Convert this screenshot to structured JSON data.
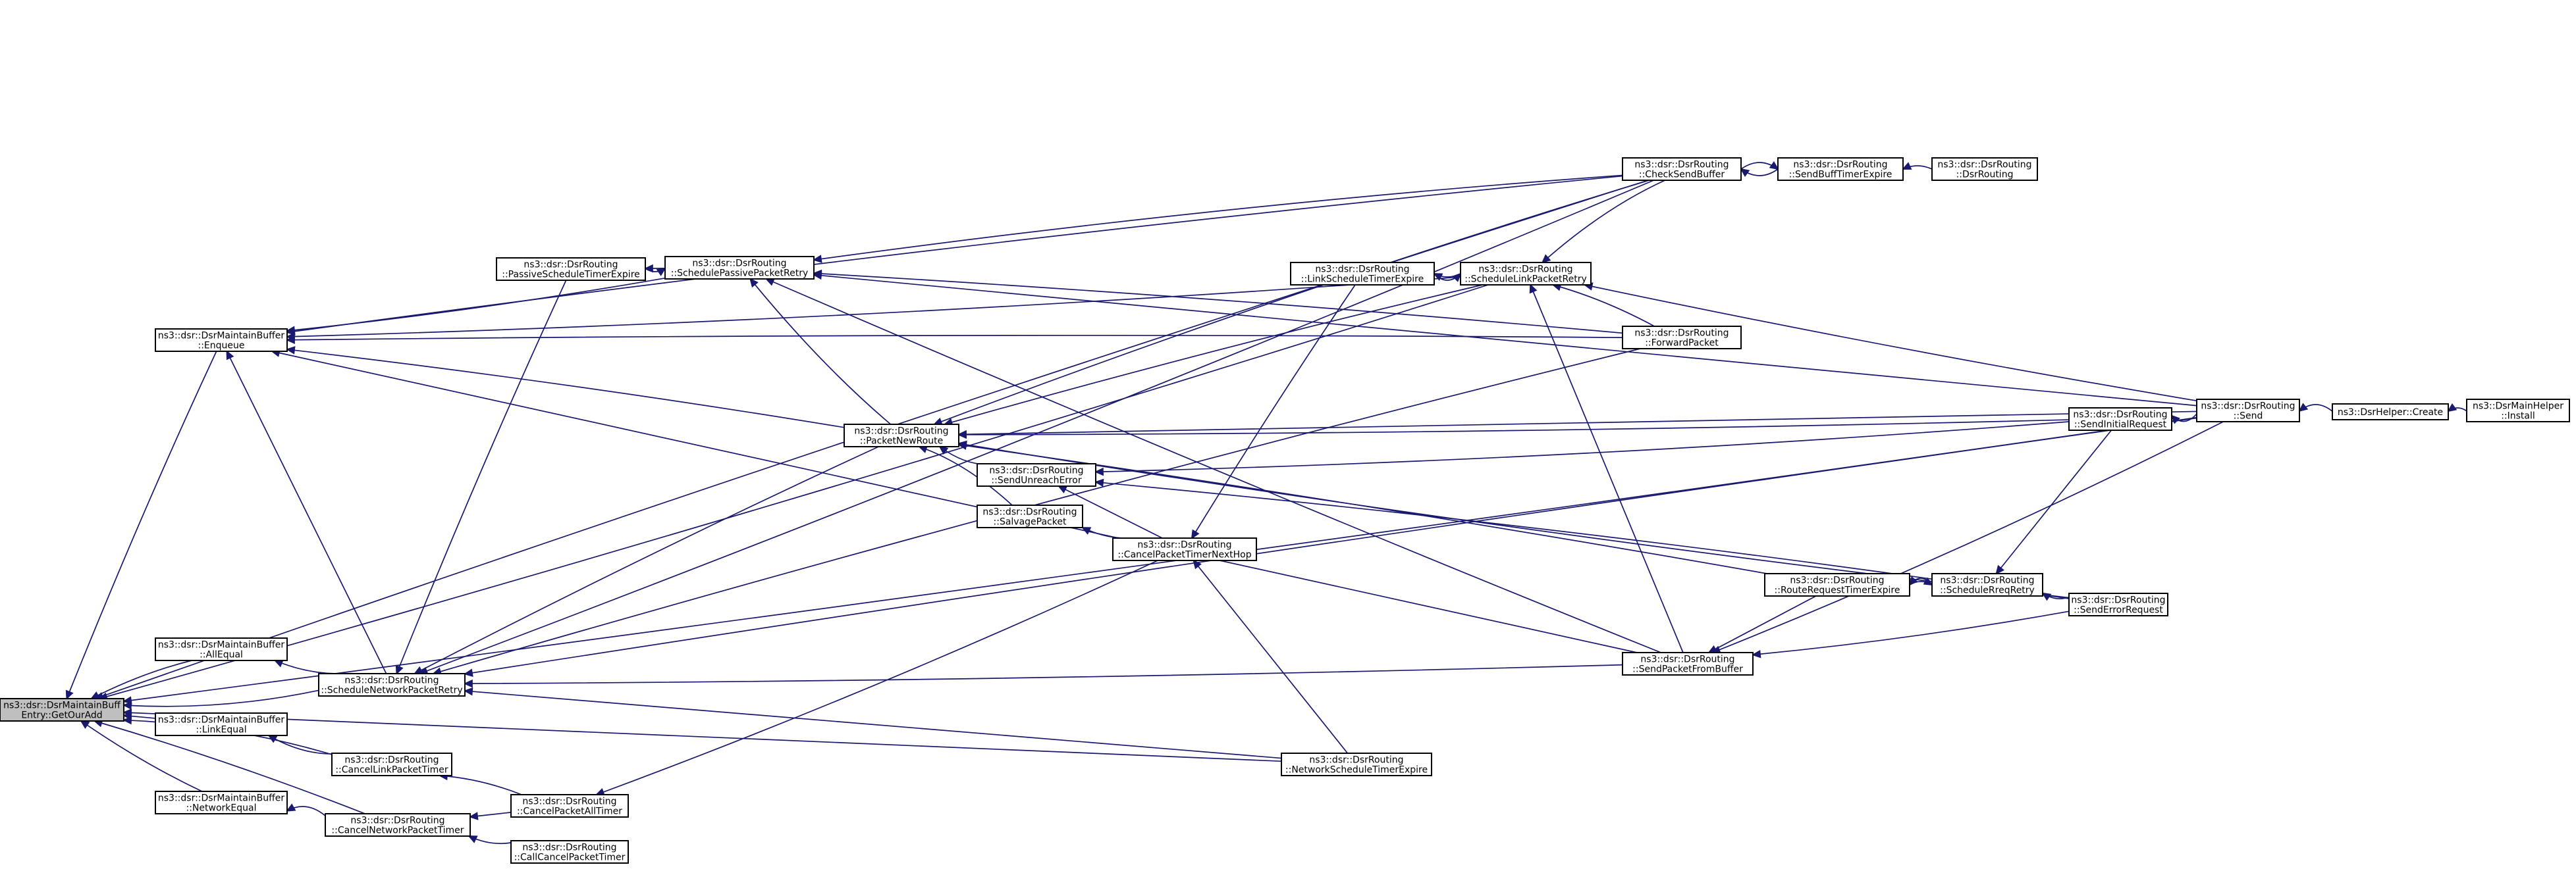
{
  "graph": {
    "title": "",
    "colors": {
      "edge": "#191970",
      "node_border": "#000000",
      "node_fill": "#ffffff",
      "root_fill": "#bfbfbf"
    },
    "nodes": [
      {
        "id": "root",
        "lines": [
          "ns3::dsr::DsrMaintainBuff",
          "Entry::GetOurAdd"
        ],
        "root": true
      },
      {
        "id": "enqueue",
        "lines": [
          "ns3::dsr::DsrMaintainBuffer",
          "::Enqueue"
        ]
      },
      {
        "id": "allEqual",
        "lines": [
          "ns3::dsr::DsrMaintainBuffer",
          "::AllEqual"
        ]
      },
      {
        "id": "linkEqual",
        "lines": [
          "ns3::dsr::DsrMaintainBuffer",
          "::LinkEqual"
        ]
      },
      {
        "id": "networkEqual",
        "lines": [
          "ns3::dsr::DsrMaintainBuffer",
          "::NetworkEqual"
        ]
      },
      {
        "id": "schedNetRetry",
        "lines": [
          "ns3::dsr::DsrRouting",
          "::ScheduleNetworkPacketRetry"
        ]
      },
      {
        "id": "cancelLinkTimer",
        "lines": [
          "ns3::dsr::DsrRouting",
          "::CancelLinkPacketTimer"
        ]
      },
      {
        "id": "cancelNetTimer",
        "lines": [
          "ns3::dsr::DsrRouting",
          "::CancelNetworkPacketTimer"
        ]
      },
      {
        "id": "cancelAllTimer",
        "lines": [
          "ns3::dsr::DsrRouting",
          "::CancelPacketAllTimer"
        ]
      },
      {
        "id": "callCancelTimer",
        "lines": [
          "ns3::dsr::DsrRouting",
          "::CallCancelPacketTimer"
        ]
      },
      {
        "id": "passiveExpire",
        "lines": [
          "ns3::dsr::DsrRouting",
          "::PassiveScheduleTimerExpire"
        ]
      },
      {
        "id": "schedPassiveRetry",
        "lines": [
          "ns3::dsr::DsrRouting",
          "::SchedulePassivePacketRetry"
        ]
      },
      {
        "id": "packetNewRoute",
        "lines": [
          "ns3::dsr::DsrRouting",
          "::PacketNewRoute"
        ]
      },
      {
        "id": "sendUnreach",
        "lines": [
          "ns3::dsr::DsrRouting",
          "::SendUnreachError"
        ]
      },
      {
        "id": "salvage",
        "lines": [
          "ns3::dsr::DsrRouting",
          "::SalvagePacket"
        ]
      },
      {
        "id": "cancelNextHop",
        "lines": [
          "ns3::dsr::DsrRouting",
          "::CancelPacketTimerNextHop"
        ]
      },
      {
        "id": "linkSchedExpire",
        "lines": [
          "ns3::dsr::DsrRouting",
          "::LinkScheduleTimerExpire"
        ]
      },
      {
        "id": "netSchedExpire",
        "lines": [
          "ns3::dsr::DsrRouting",
          "::NetworkScheduleTimerExpire"
        ]
      },
      {
        "id": "schedLinkRetry",
        "lines": [
          "ns3::dsr::DsrRouting",
          "::ScheduleLinkPacketRetry"
        ]
      },
      {
        "id": "checkSendBuffer",
        "lines": [
          "ns3::dsr::DsrRouting",
          "::CheckSendBuffer"
        ]
      },
      {
        "id": "forwardPacket",
        "lines": [
          "ns3::dsr::DsrRouting",
          "::ForwardPacket"
        ]
      },
      {
        "id": "sendFromBuffer",
        "lines": [
          "ns3::dsr::DsrRouting",
          "::SendPacketFromBuffer"
        ]
      },
      {
        "id": "routeReqExpire",
        "lines": [
          "ns3::dsr::DsrRouting",
          "::RouteRequestTimerExpire"
        ]
      },
      {
        "id": "sendBuffExpire",
        "lines": [
          "ns3::dsr::DsrRouting",
          "::SendBuffTimerExpire"
        ]
      },
      {
        "id": "dsrRouting",
        "lines": [
          "ns3::dsr::DsrRouting",
          "::DsrRouting"
        ]
      },
      {
        "id": "schedRreq",
        "lines": [
          "ns3::dsr::DsrRouting",
          "::ScheduleRreqRetry"
        ]
      },
      {
        "id": "sendInitReq",
        "lines": [
          "ns3::dsr::DsrRouting",
          "::SendInitialRequest"
        ]
      },
      {
        "id": "sendErrReq",
        "lines": [
          "ns3::dsr::DsrRouting",
          "::SendErrorRequest"
        ]
      },
      {
        "id": "send",
        "lines": [
          "ns3::dsr::DsrRouting",
          "::Send"
        ]
      },
      {
        "id": "helperCreate",
        "lines": [
          "ns3::DsrHelper::Create"
        ]
      },
      {
        "id": "mainInstall",
        "lines": [
          "ns3::DsrMainHelper",
          "::Install"
        ]
      }
    ],
    "edges": [
      [
        "enqueue",
        "root"
      ],
      [
        "allEqual",
        "root"
      ],
      [
        "linkEqual",
        "root"
      ],
      [
        "networkEqual",
        "root"
      ],
      [
        "schedNetRetry",
        "root"
      ],
      [
        "cancelLinkTimer",
        "root"
      ],
      [
        "cancelNetTimer",
        "root"
      ],
      [
        "netSchedExpire",
        "root"
      ],
      [
        "send",
        "root"
      ],
      [
        "schedLinkRetry",
        "root"
      ],
      [
        "checkSendBuffer",
        "root"
      ],
      [
        "packetNewRoute",
        "enqueue"
      ],
      [
        "schedNetRetry",
        "enqueue"
      ],
      [
        "schedPassiveRetry",
        "enqueue"
      ],
      [
        "schedLinkRetry",
        "enqueue"
      ],
      [
        "checkSendBuffer",
        "enqueue"
      ],
      [
        "forwardPacket",
        "enqueue"
      ],
      [
        "sendFromBuffer",
        "enqueue"
      ],
      [
        "schedNetRetry",
        "allEqual"
      ],
      [
        "cancelLinkTimer",
        "linkEqual"
      ],
      [
        "cancelNetTimer",
        "networkEqual"
      ],
      [
        "cancelAllTimer",
        "cancelLinkTimer"
      ],
      [
        "cancelAllTimer",
        "cancelNetTimer"
      ],
      [
        "callCancelTimer",
        "cancelNetTimer"
      ],
      [
        "cancelNextHop",
        "cancelAllTimer"
      ],
      [
        "passiveExpire",
        "schedNetRetry"
      ],
      [
        "packetNewRoute",
        "schedNetRetry"
      ],
      [
        "netSchedExpire",
        "schedNetRetry"
      ],
      [
        "sendFromBuffer",
        "schedNetRetry"
      ],
      [
        "checkSendBuffer",
        "schedNetRetry"
      ],
      [
        "forwardPacket",
        "schedNetRetry"
      ],
      [
        "send",
        "schedNetRetry"
      ],
      [
        "schedPassiveRetry",
        "passiveExpire"
      ],
      [
        "passiveExpire",
        "schedPassiveRetry"
      ],
      [
        "packetNewRoute",
        "schedPassiveRetry"
      ],
      [
        "checkSendBuffer",
        "schedPassiveRetry"
      ],
      [
        "forwardPacket",
        "schedPassiveRetry"
      ],
      [
        "send",
        "schedPassiveRetry"
      ],
      [
        "sendFromBuffer",
        "schedPassiveRetry"
      ],
      [
        "sendUnreach",
        "packetNewRoute"
      ],
      [
        "salvage",
        "packetNewRoute"
      ],
      [
        "routeReqExpire",
        "packetNewRoute"
      ],
      [
        "send",
        "packetNewRoute"
      ],
      [
        "sendInitReq",
        "packetNewRoute"
      ],
      [
        "sendErrReq",
        "packetNewRoute"
      ],
      [
        "checkSendBuffer",
        "packetNewRoute"
      ],
      [
        "schedLinkRetry",
        "packetNewRoute"
      ],
      [
        "cancelNextHop",
        "sendUnreach"
      ],
      [
        "cancelNextHop",
        "salvage"
      ],
      [
        "sendInitReq",
        "sendUnreach"
      ],
      [
        "sendErrReq",
        "sendUnreach"
      ],
      [
        "linkSchedExpire",
        "cancelNextHop"
      ],
      [
        "netSchedExpire",
        "cancelNextHop"
      ],
      [
        "schedLinkRetry",
        "linkSchedExpire"
      ],
      [
        "linkSchedExpire",
        "schedLinkRetry"
      ],
      [
        "checkSendBuffer",
        "schedLinkRetry"
      ],
      [
        "forwardPacket",
        "schedLinkRetry"
      ],
      [
        "sendFromBuffer",
        "schedLinkRetry"
      ],
      [
        "send",
        "schedLinkRetry"
      ],
      [
        "sendBuffExpire",
        "checkSendBuffer"
      ],
      [
        "checkSendBuffer",
        "sendBuffExpire"
      ],
      [
        "dsrRouting",
        "sendBuffExpire"
      ],
      [
        "routeReqExpire",
        "sendFromBuffer"
      ],
      [
        "sendErrReq",
        "sendFromBuffer"
      ],
      [
        "send",
        "sendFromBuffer"
      ],
      [
        "schedRreq",
        "routeReqExpire"
      ],
      [
        "routeReqExpire",
        "schedRreq"
      ],
      [
        "sendInitReq",
        "schedRreq"
      ],
      [
        "sendErrReq",
        "schedRreq"
      ],
      [
        "send",
        "sendInitReq"
      ],
      [
        "helperCreate",
        "send"
      ],
      [
        "mainInstall",
        "helperCreate"
      ]
    ]
  }
}
